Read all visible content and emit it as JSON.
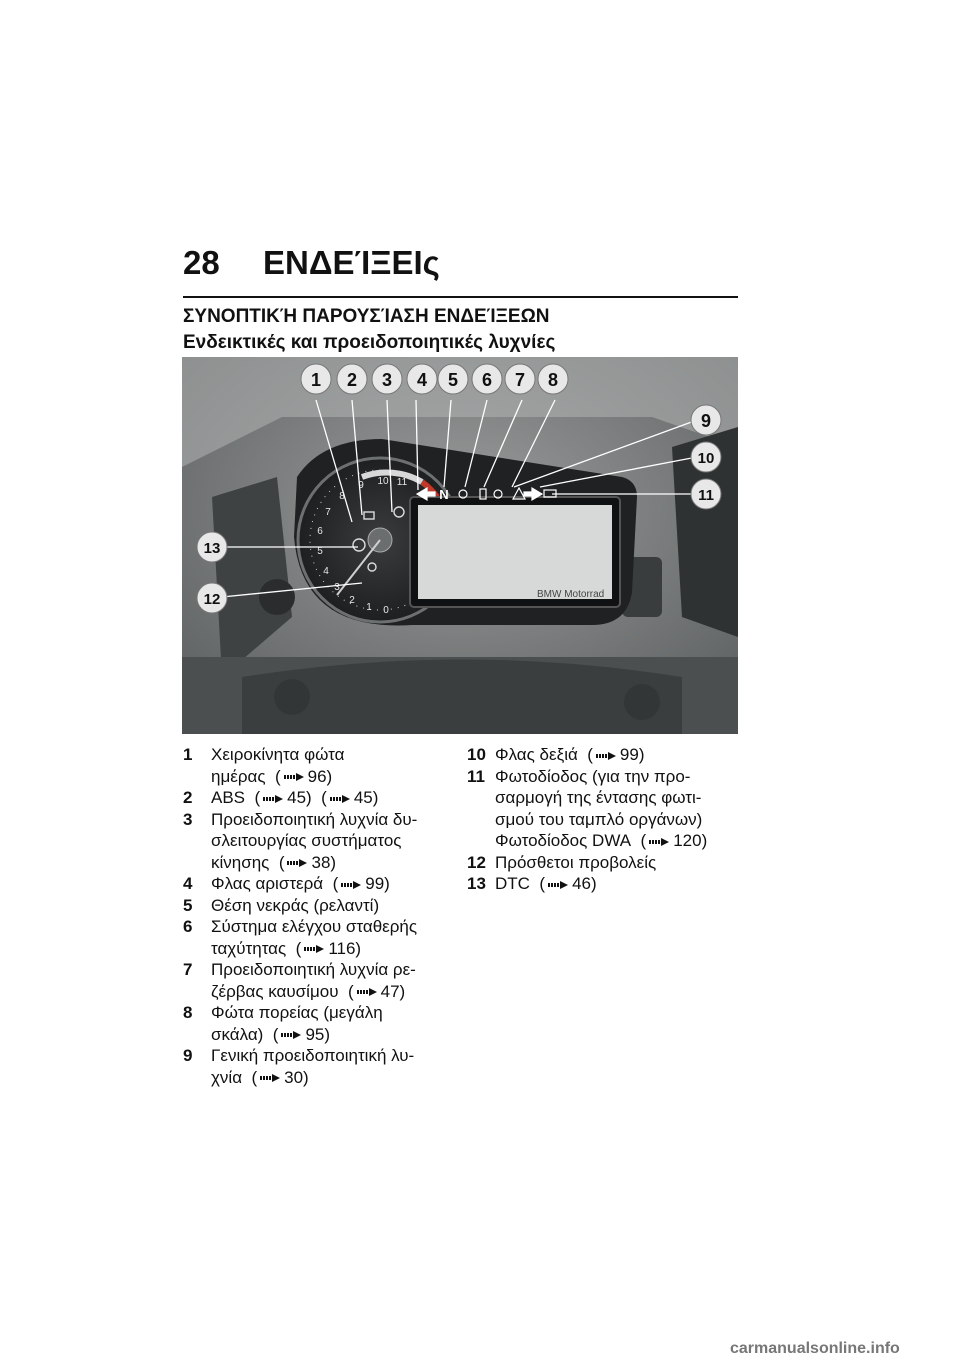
{
  "header": {
    "page_number": "28",
    "chapter": "ΕΝΔΕΊΞΕΙς"
  },
  "section_title": "ΣΥΝΟΠΤΙΚΉ ΠΑΡΟΥΣΊΑΣΗ ΕΝΔΕΊΞΕΩΝ",
  "subsection_title": "Ενδεικτικές και προειδοποιητικές λυχνίες",
  "figure": {
    "callouts": [
      "1",
      "2",
      "3",
      "4",
      "5",
      "6",
      "7",
      "8",
      "9",
      "10",
      "11",
      "12",
      "13"
    ],
    "gauge_numbers": [
      "11",
      "10",
      "9",
      "8",
      "7",
      "6",
      "5",
      "4",
      "3",
      "2",
      "1",
      "0"
    ],
    "brand_text": "BMW Motorrad"
  },
  "items_left": [
    {
      "num": "1",
      "lines": [
        "Χειροκίνητα φώτα ημέρας"
      ],
      "refs": [
        "96)"
      ],
      "ref_prefix": "("
    },
    {
      "num": "2",
      "lines": [
        "ABS"
      ],
      "refs": [
        "45)",
        "45)"
      ],
      "ref_prefix": "("
    },
    {
      "num": "3",
      "lines": [
        "Προειδοποιητική λυχνία δυ-",
        "σλειτουργίας συστήματος",
        "κίνησης"
      ],
      "refs": [
        "38)"
      ],
      "ref_prefix": "("
    },
    {
      "num": "4",
      "lines": [
        "Φλας αριστερά"
      ],
      "refs": [
        "99)"
      ],
      "ref_prefix": "("
    },
    {
      "num": "5",
      "lines": [
        "Θέση νεκράς (ρελαντί)"
      ],
      "refs": [],
      "ref_prefix": "("
    },
    {
      "num": "6",
      "lines": [
        "Σύστημα ελέγχου σταθερής",
        "ταχύτητας"
      ],
      "refs": [
        "116)"
      ],
      "ref_prefix": "("
    },
    {
      "num": "7",
      "lines": [
        "Προειδοποιητική λυχνία ρε-",
        "ζέρβας καυσίμου"
      ],
      "refs": [
        "47)"
      ],
      "ref_prefix": "("
    },
    {
      "num": "8",
      "lines": [
        "Φώτα πορείας (μεγάλη",
        "σκάλα)"
      ],
      "refs": [
        "95)"
      ],
      "ref_prefix": "("
    },
    {
      "num": "9",
      "lines": [
        "Γενική προειδοποιητική λυ-",
        "χνία"
      ],
      "refs": [
        "30)"
      ],
      "ref_prefix": "("
    }
  ],
  "items_right": [
    {
      "num": "10",
      "lines": [
        "Φλας δεξιά"
      ],
      "refs": [
        "99)"
      ],
      "ref_prefix": "("
    },
    {
      "num": "11",
      "lines": [
        "Φωτοδίοδος (για την προ-",
        "σαρμογή της έντασης φωτι-",
        "σμού του ταμπλό οργάνων)",
        "Φωτοδίοδος DWA"
      ],
      "refs": [
        "120)"
      ],
      "ref_prefix": "("
    },
    {
      "num": "12",
      "lines": [
        "Πρόσθετοι προβολείς"
      ],
      "refs": [],
      "ref_prefix": "("
    },
    {
      "num": "13",
      "lines": [
        "DTC"
      ],
      "refs": [
        "46)"
      ],
      "ref_prefix": "("
    }
  ],
  "footer": {
    "watermark": "carmanualsonline.info"
  }
}
